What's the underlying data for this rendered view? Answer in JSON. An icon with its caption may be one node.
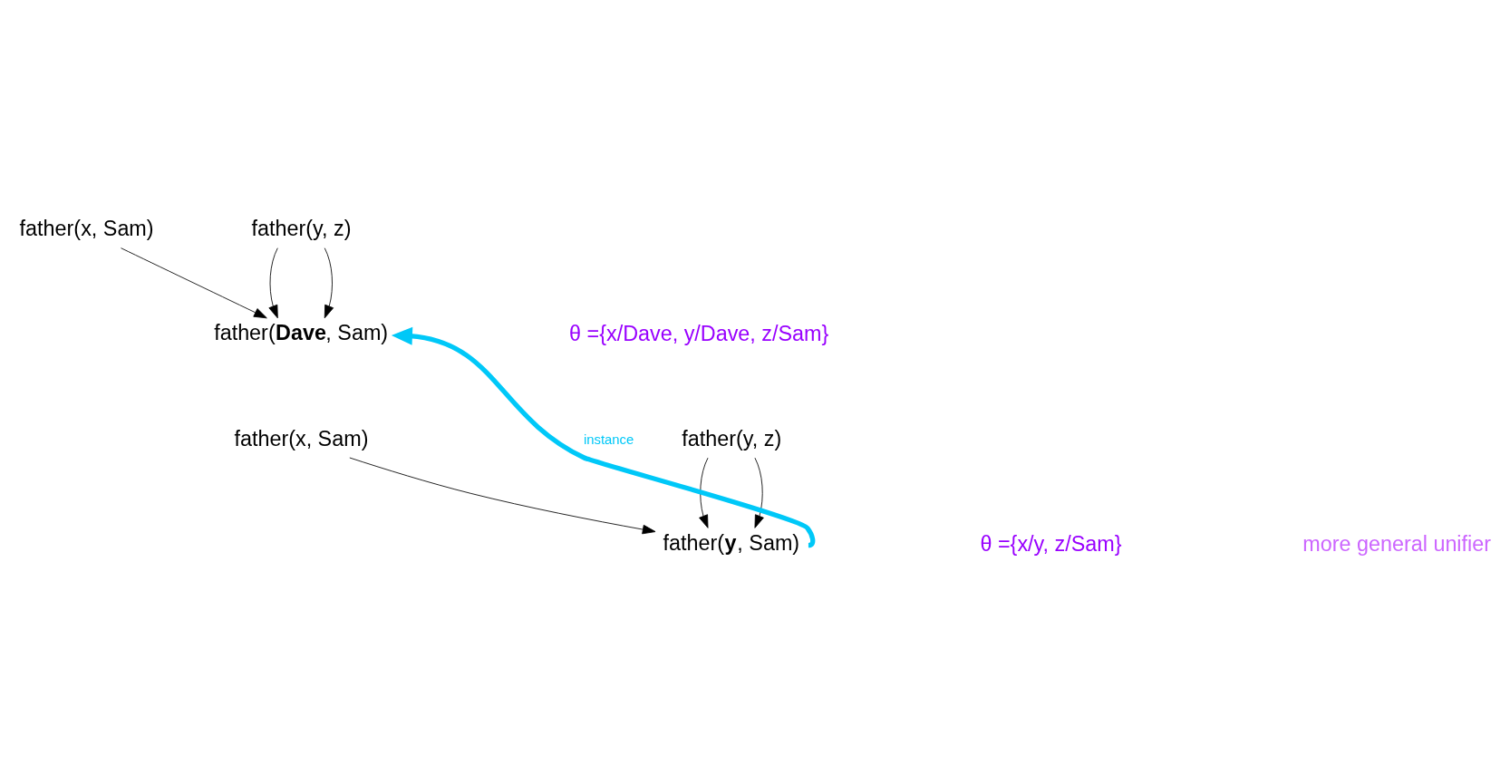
{
  "diagram": {
    "nodes": [
      {
        "text": [
          "father(x, Sam)"
        ]
      },
      {
        "text": [
          "father(y, z)"
        ]
      },
      {
        "text": [
          "father(**Dave**, Sam)"
        ]
      },
      {
        "text": [
          "father(x, Sam)"
        ]
      },
      {
        "text": [
          "father(y, z)"
        ]
      },
      {
        "text": [
          "father(**y**, Sam)"
        ]
      }
    ],
    "edges": [
      {
        "from": 0,
        "to": 2,
        "arrow": "to"
      },
      {
        "from": 1,
        "to": 2,
        "arrow": "to"
      },
      {
        "from": 1,
        "to": 2,
        "arrow": "to"
      },
      {
        "from": 3,
        "to": 5,
        "arrow": "to"
      },
      {
        "from": 4,
        "to": 5,
        "arrow": "to"
      },
      {
        "from": 4,
        "to": 5,
        "arrow": "to"
      },
      {
        "from": 5,
        "to": 2,
        "arrow": "to",
        "label": "instance",
        "style": "thick",
        "color": "#00c8f8"
      }
    ],
    "labels": [
      "θ ={x/Dave, y/Dave, z/Sam}",
      "θ ={x/y, z/Sam}",
      "more general unifier"
    ]
  }
}
